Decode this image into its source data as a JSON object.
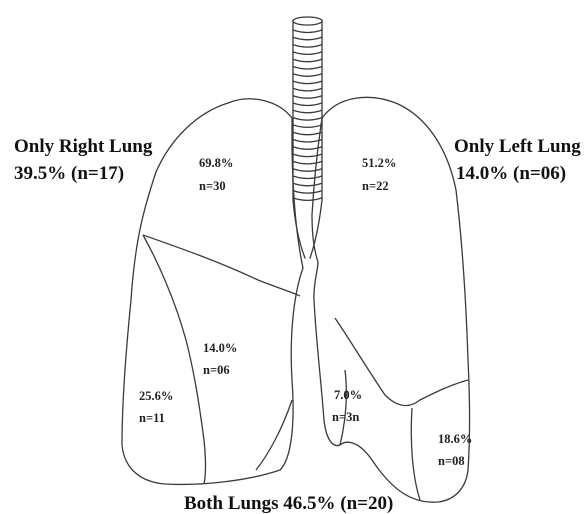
{
  "labels": {
    "right_title": "Only Right Lung",
    "right_value": "39.5% (n=17)",
    "left_title": "Only Left Lung",
    "left_value": "14.0% (n=06)",
    "both": "Both Lungs 46.5% (n=20)"
  },
  "lobes": {
    "right_upper": {
      "pct": "69.8%",
      "n": "n=30"
    },
    "right_middle": {
      "pct": "14.0%",
      "n": "n=06"
    },
    "right_lower": {
      "pct": "25.6%",
      "n": "n=11"
    },
    "left_upper": {
      "pct": "51.2%",
      "n": "n=22"
    },
    "left_lingula": {
      "pct": "7.0%",
      "n": "n=3n"
    },
    "left_lower": {
      "pct": "18.6%",
      "n": "n=08"
    }
  }
}
